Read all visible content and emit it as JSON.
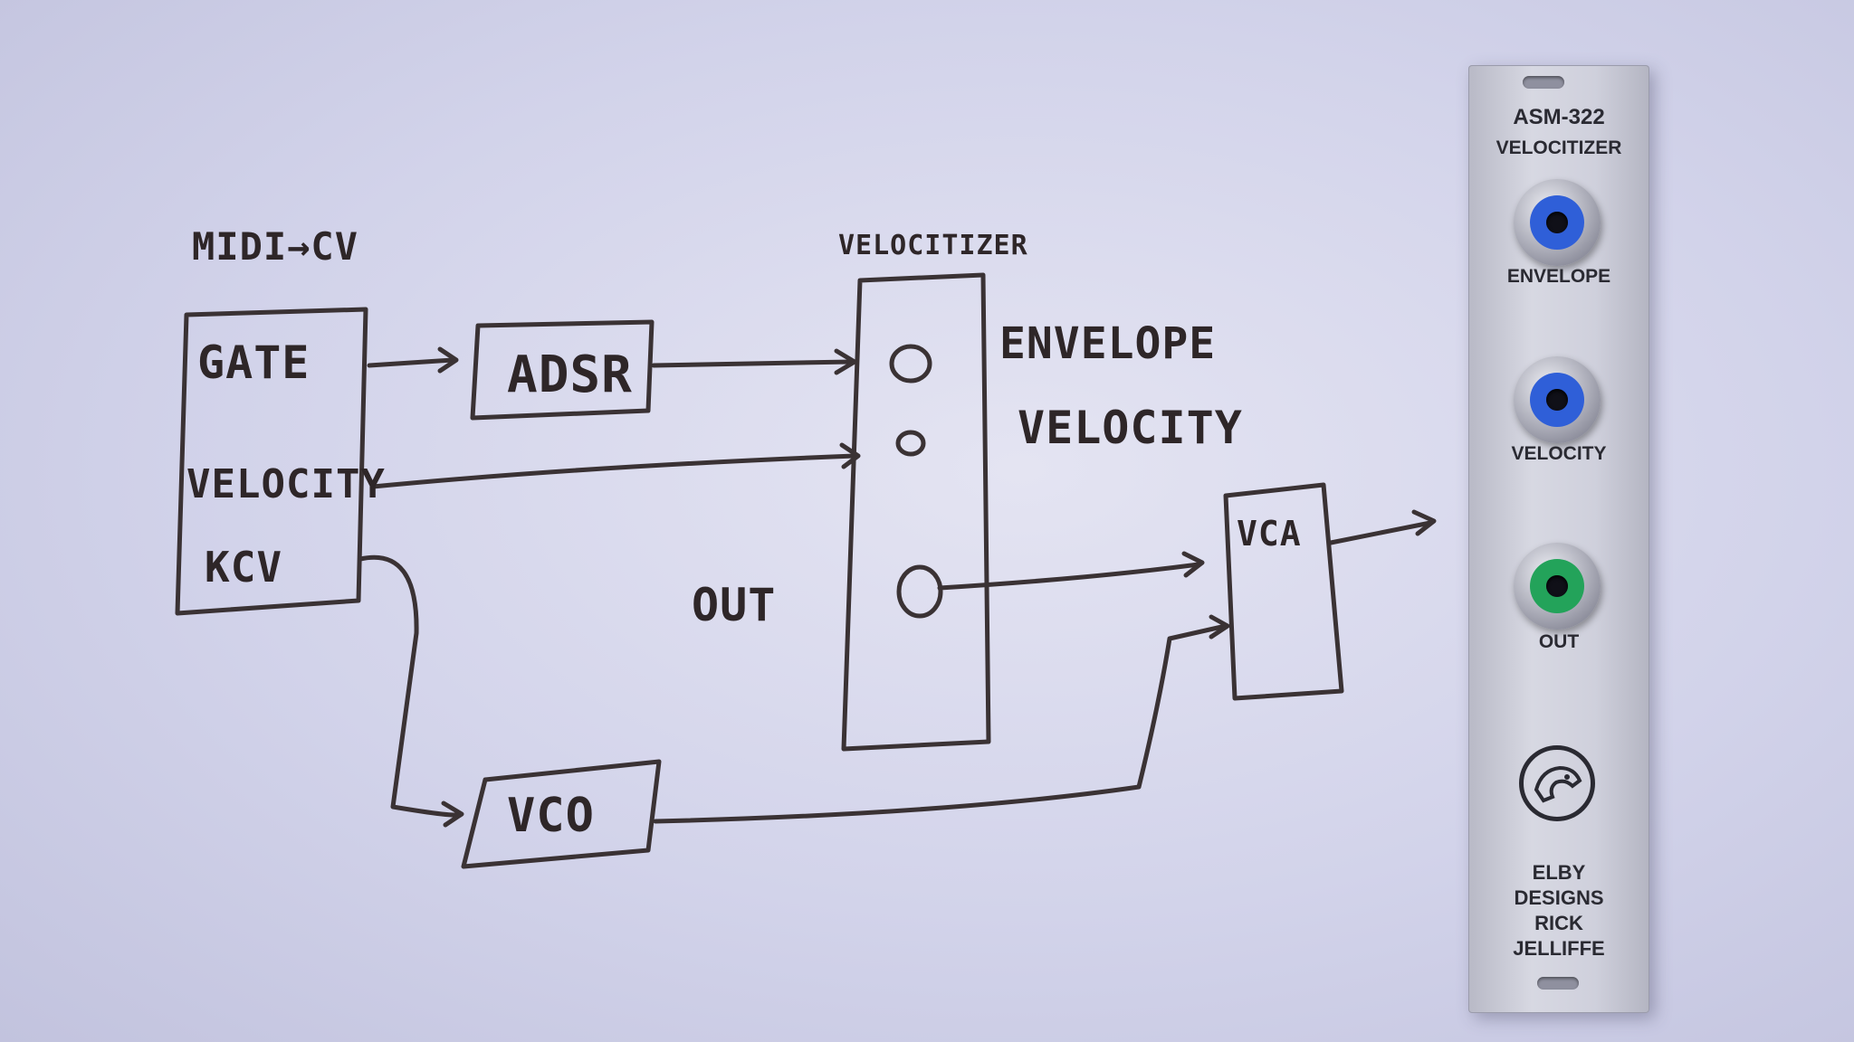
{
  "sketch": {
    "midi_title": "MIDI→CV",
    "midi_outputs": [
      "GATE",
      "VELOCITY",
      "KCV"
    ],
    "adsr": "ADSR",
    "vco": "VCO",
    "vca": "VCA",
    "velocitizer_title": "VELOCITIZER",
    "jack_labels": [
      "ENVELOPE",
      "VELOCITY",
      "OUT"
    ]
  },
  "panel": {
    "model": "ASM-322",
    "name": "VELOCITIZER",
    "jacks": [
      {
        "label": "ENVELOPE",
        "color": "#2f5fd8"
      },
      {
        "label": "VELOCITY",
        "color": "#2f5fd8"
      },
      {
        "label": "OUT",
        "color": "#23a35a"
      }
    ],
    "credits": [
      "ELBY",
      "DESIGNS",
      "RICK",
      "JELLIFFE"
    ]
  }
}
